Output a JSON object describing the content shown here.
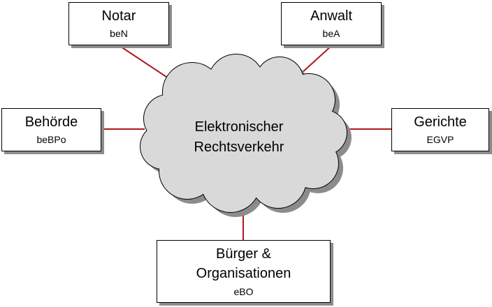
{
  "colors": {
    "connector": "#b0171f",
    "cloud_fill": "#d9d9d9",
    "cloud_shadow": "#8c8c8c",
    "cloud_outline": "#000000"
  },
  "center": {
    "line1": "Elektronischer",
    "line2": "Rechtsverkehr"
  },
  "nodes": {
    "notar": {
      "title": "Notar",
      "sub": "beN"
    },
    "anwalt": {
      "title": "Anwalt",
      "sub": "beA"
    },
    "behoerde": {
      "title": "Behörde",
      "sub": "beBPo"
    },
    "gerichte": {
      "title": "Gerichte",
      "sub": "EGVP"
    },
    "buerger": {
      "line1": "Bürger &",
      "line2": "Organisationen",
      "sub": "eBO"
    }
  }
}
